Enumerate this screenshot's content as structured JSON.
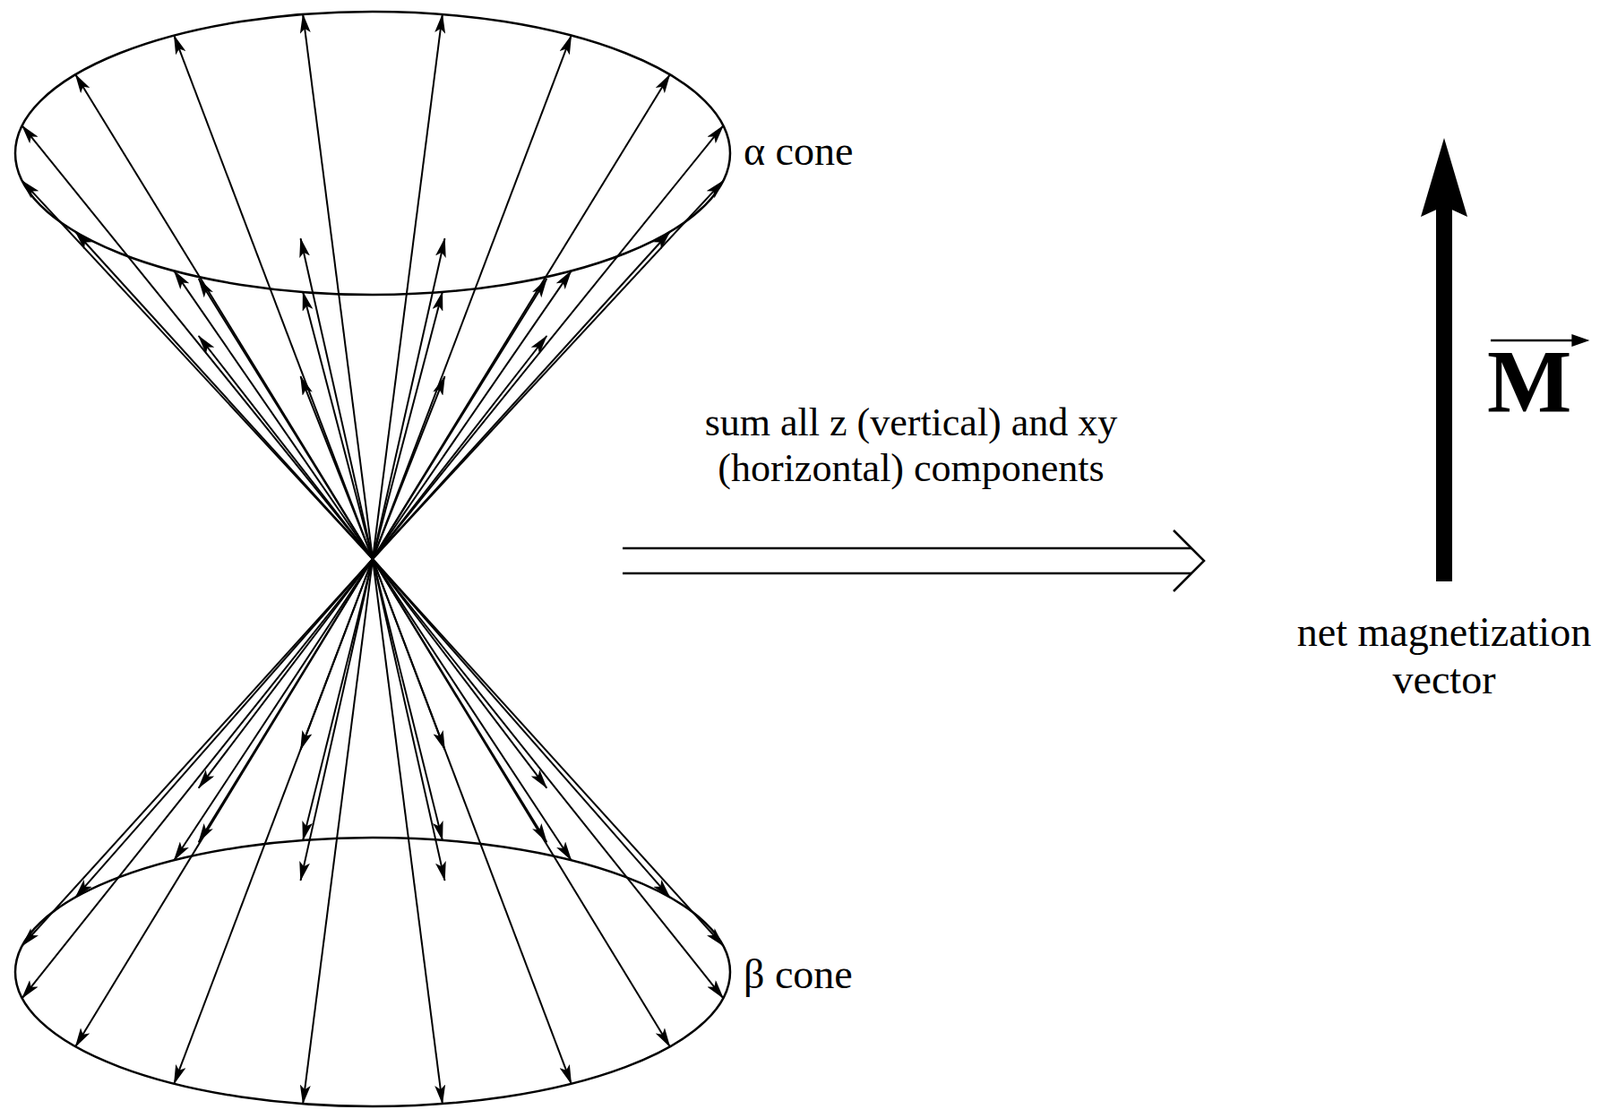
{
  "diagram": {
    "labels": [
      "α cone",
      "β cone",
      "sum all z (vertical) and xy (horizontal) components",
      "net magnetization vector",
      "M"
    ]
  }
}
